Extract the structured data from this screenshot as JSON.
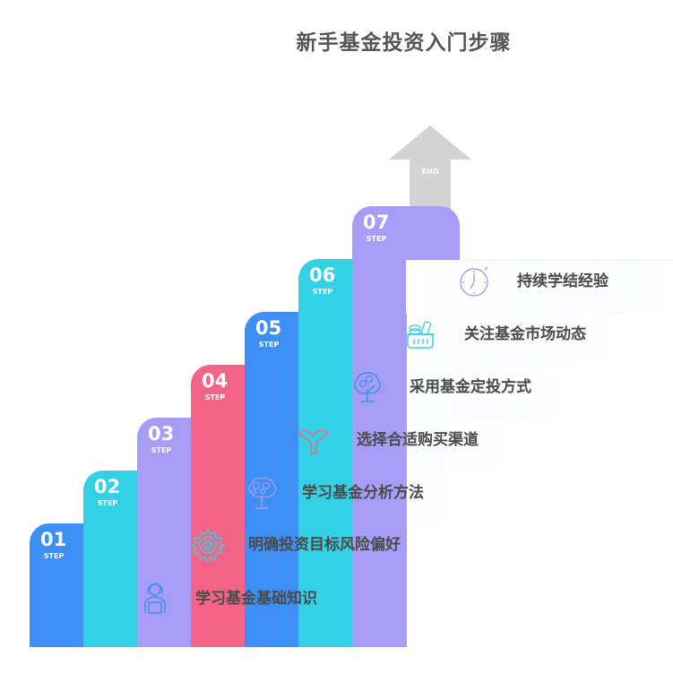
{
  "title": "新手基金投资入门步骤",
  "end_arrow": {
    "label": "END",
    "color": "#d3d3d3"
  },
  "step_word": "STEP",
  "steps": [
    {
      "num": "01",
      "label": "学习基金基础知识",
      "icon": "reading-person-icon",
      "color": "#3d8ef5"
    },
    {
      "num": "02",
      "label": "明确投资目标风险偏好",
      "icon": "gear-target-icon",
      "color": "#33d1e6"
    },
    {
      "num": "03",
      "label": "学习基金分析方法",
      "icon": "money-tree-icon",
      "color": "#a79df6"
    },
    {
      "num": "04",
      "label": "选择合适购买渠道",
      "icon": "split-road-icon",
      "color": "#f56487"
    },
    {
      "num": "05",
      "label": "采用基金定投方式",
      "icon": "coin-tree-icon",
      "color": "#3d8ef5"
    },
    {
      "num": "06",
      "label": "关注基金市场动态",
      "icon": "money-basket-icon",
      "color": "#33d1e6"
    },
    {
      "num": "07",
      "label": "持续学结经验",
      "icon": "stopwatch-icon",
      "color": "#a79df6"
    }
  ],
  "icon_colors": [
    "#3d8ef5",
    "#33d1e6",
    "#a79df6",
    "#f56487",
    "#3d8ef5",
    "#33d1e6",
    "#a79df6"
  ]
}
